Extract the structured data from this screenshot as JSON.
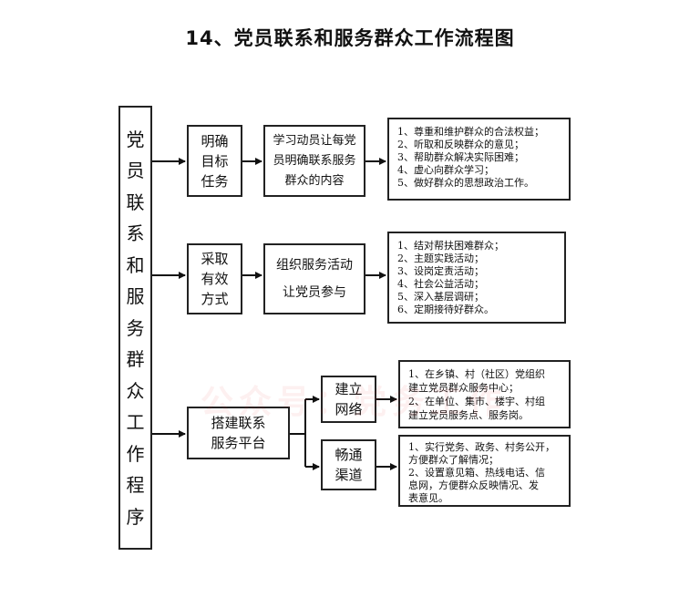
{
  "title": "14、党员联系和服务群众工作流程图",
  "main_box": {
    "chars": [
      "党",
      "员",
      "联",
      "系",
      "和",
      "服",
      "务",
      "群",
      "众",
      "工",
      "作",
      "程",
      "序"
    ]
  },
  "row1": {
    "box1": {
      "lines": [
        "明确",
        "目标",
        "任务"
      ]
    },
    "box2": {
      "lines": [
        "学习动员让每党",
        "员明确联系服务",
        "群众的内容"
      ]
    },
    "list": [
      "1、尊重和维护群众的合法权益；",
      "2、听取和反映群众的意见；",
      "3、帮助群众解决实际困难；",
      "4、虚心向群众学习；",
      "5、做好群众的思想政治工作。"
    ]
  },
  "row2": {
    "box1": {
      "lines": [
        "采取",
        "有效",
        "方式"
      ]
    },
    "box2": {
      "lines": [
        "组织服务活动",
        "让党员参与"
      ]
    },
    "list": [
      "1、结对帮扶困难群众；",
      "2、主题实践活动；",
      "3、设岗定责活动；",
      "4、社会公益活动；",
      "5、深入基层调研；",
      "6、定期接待好群众。"
    ]
  },
  "row3": {
    "box1": {
      "lines": [
        "搭建联系",
        "服务平台"
      ]
    },
    "branch_a": {
      "lines": [
        "建立",
        "网络"
      ],
      "list": [
        "1、在乡镇、村（社区）党组织",
        "建立党员群众服务中心；",
        "2、在单位、集市、楼宇、村组",
        "建立党员服务点、服务岗。"
      ]
    },
    "branch_b": {
      "lines": [
        "畅通",
        "渠道"
      ],
      "list": [
        "1、实行党务、政务、村务公开，",
        "方便群众了解情况；",
        "2、设置意见箱、热线电话、信",
        "息网，方便群众反映情况、发",
        "表意见。"
      ]
    }
  },
  "watermark": "公众号：党务工作"
}
